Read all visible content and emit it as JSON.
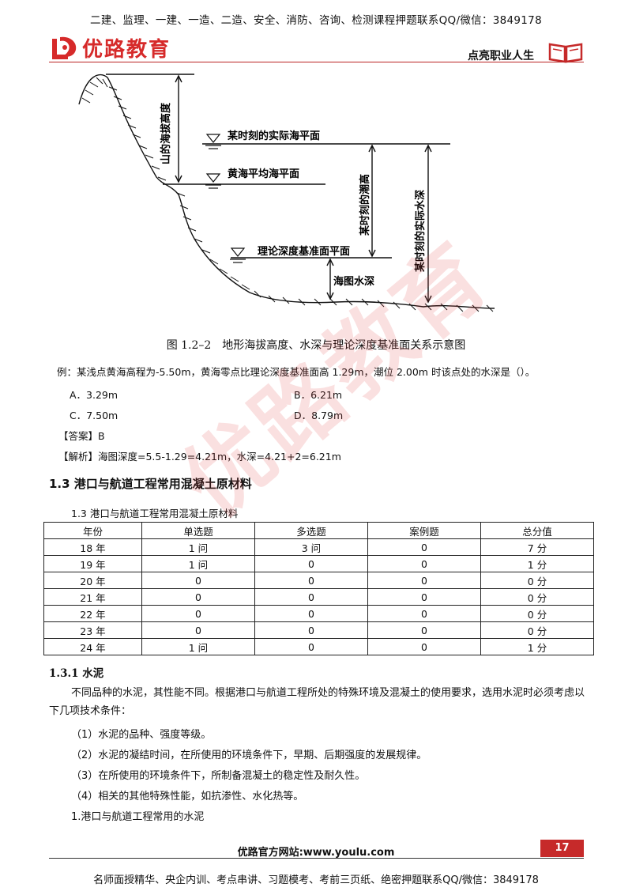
{
  "header": {
    "banner": "二建、监理、一建、一造、二造、安全、消防、咨询、检测课程押题联系QQ/微信：3849178",
    "logo_text": "优路教育",
    "slogan": "点亮职业人生",
    "logo_color": "#d62a2a"
  },
  "figure": {
    "labels": {
      "mountain_height": "山的海拔高度",
      "actual_sea_level": "某时刻的实际海平面",
      "mean_sea_level": "黄海平均海平面",
      "tide_height": "某时刻的潮高",
      "actual_depth": "某时刻的实际水深",
      "datum_plane": "理论深度基准面平面",
      "chart_depth": "海图水深"
    },
    "caption": "图 1.2–2　地形海拔高度、水深与理论深度基准面关系示意图"
  },
  "example": {
    "stem": "例：某浅点黄海高程为-5.50m，黄海零点比理论深度基准面高 1.29m，潮位 2.00m 时该点处的水深是（）。",
    "options": {
      "a": "A．3.29m",
      "b": "B．6.21m",
      "c": "C．7.50m",
      "d": "D．8.79m"
    },
    "answer": "【答案】B",
    "analysis": "【解析】海图深度=5.5-1.29=4.21m，水深=4.21+2=6.21m"
  },
  "section": {
    "heading": "1.3 港口与航道工程常用混凝土原材料",
    "table_caption": "1.3 港口与航道工程常用混凝土原材料"
  },
  "table": {
    "headers": [
      "年份",
      "单选题",
      "多选题",
      "案例题",
      "总分值"
    ],
    "rows": [
      [
        "18 年",
        "1 问",
        "3 问",
        "0",
        "7 分"
      ],
      [
        "19 年",
        "1 问",
        "0",
        "0",
        "1 分"
      ],
      [
        "20 年",
        "0",
        "0",
        "0",
        "0 分"
      ],
      [
        "21 年",
        "0",
        "0",
        "0",
        "0 分"
      ],
      [
        "22 年",
        "0",
        "0",
        "0",
        "0 分"
      ],
      [
        "23 年",
        "0",
        "0",
        "0",
        "0 分"
      ],
      [
        "24 年",
        "1 问",
        "0",
        "0",
        "1 分"
      ]
    ]
  },
  "cement": {
    "heading": "1.3.1 水泥",
    "intro": "不同品种的水泥，其性能不同。根据港口与航道工程所处的特殊环境及混凝土的使用要求，选用水泥时必须考虑以下几项技术条件：",
    "items": [
      "（1）水泥的品种、强度等级。",
      "（2）水泥的凝结时间，在所使用的环境条件下，早期、后期强度的发展规律。",
      "（3）在所使用的环境条件下，所制备混凝土的稳定性及耐久性。",
      "（4）相关的其他特殊性能，如抗渗性、水化热等。"
    ],
    "subheading": "1.港口与航道工程常用的水泥"
  },
  "footer": {
    "site": "优路官方网站:www.youlu.com",
    "page_number": "17",
    "banner": "名师面授精华、央企内训、考点串讲、习题模考、考前三页纸、绝密押题联系QQ/微信：3849178",
    "accent": "#c62a2a"
  }
}
